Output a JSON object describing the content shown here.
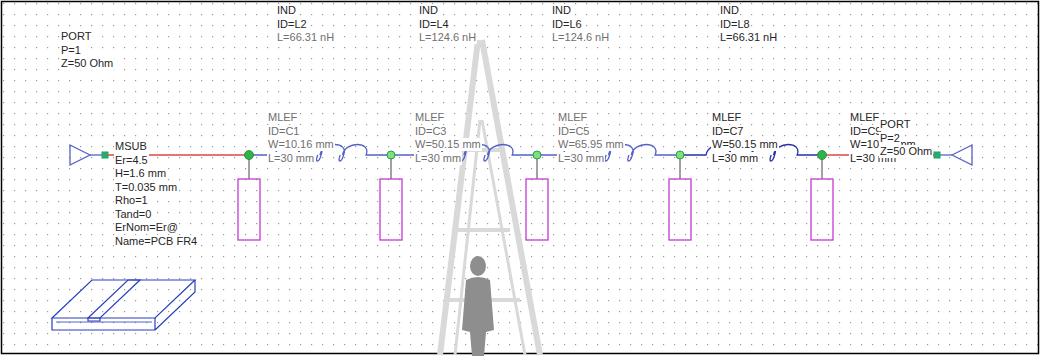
{
  "diagram": {
    "labels": [
      "PORT",
      "P=1",
      "Z=50 Ohm",
      "IND",
      "ID=L2",
      "L=66.31 nH",
      "IND",
      "ID=L4",
      "L=124.6 nH",
      "IND",
      "ID=L6",
      "L=124.6 nH",
      "IND",
      "ID=L8",
      "L=66.31 nH",
      "MLEF",
      "ID=C1",
      "W=10.16 mm",
      "L=30 mm",
      "MLEF",
      "ID=C3",
      "W=50.15 mm",
      "L=30 mm",
      "MLEF",
      "ID=C5",
      "W=65.95 mm",
      "L=30 mm",
      "MLEF",
      "ID=C7",
      "W=50.15 mm",
      "L=30 mm",
      "MLEF",
      "ID=C9",
      "W=10.16 mm",
      "L=30 mm",
      "PORT",
      "P=2",
      "Z=50 Ohm",
      "MSUB",
      "Er=4.5",
      "H=1.6 mm",
      "T=0.035 mm",
      "Rho=1",
      "Tand=0",
      "ErNom=Er@",
      "Name=PCB FR4"
    ]
  }
}
